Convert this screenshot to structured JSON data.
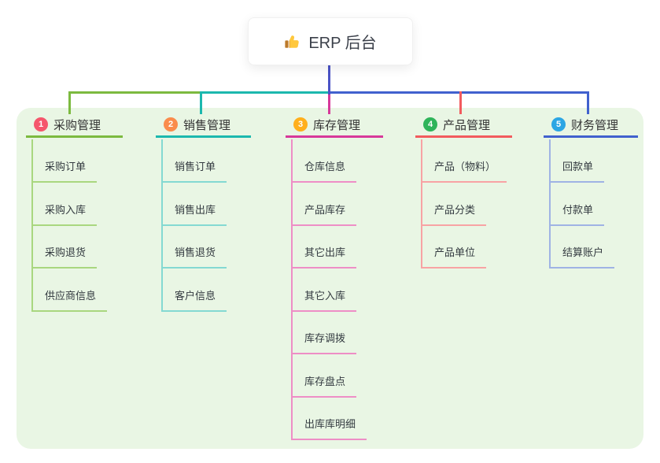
{
  "canvas": {
    "background": "#ffffff",
    "panel_color": "#E9F6E4"
  },
  "root": {
    "label": "ERP 后台",
    "icon": "thumbs-up-icon",
    "text_color": "#3A3F49",
    "line_color": "#4B53C6"
  },
  "branches": [
    {
      "number": "1",
      "label": "采购管理",
      "badge_color": "#F5566C",
      "line_color": "#7CBA3F",
      "child_line_color": "#A9D77F",
      "children": [
        "采购订单",
        "采购入库",
        "采购退货",
        "供应商信息"
      ]
    },
    {
      "number": "2",
      "label": "销售管理",
      "badge_color": "#FA8C4C",
      "line_color": "#1CB8AE",
      "child_line_color": "#84D9D2",
      "children": [
        "销售订单",
        "销售出库",
        "销售退货",
        "客户信息"
      ]
    },
    {
      "number": "3",
      "label": "库存管理",
      "badge_color": "#FFAF1C",
      "line_color": "#D7399A",
      "child_line_color": "#EE8EC6",
      "children": [
        "仓库信息",
        "产品库存",
        "其它出库",
        "其它入库",
        "库存调拨",
        "库存盘点",
        "出库库明细"
      ]
    },
    {
      "number": "4",
      "label": "产品管理",
      "badge_color": "#2FB45A",
      "line_color": "#F25B5E",
      "child_line_color": "#F8A3A4",
      "children": [
        "产品（物料）",
        "产品分类",
        "产品单位"
      ]
    },
    {
      "number": "5",
      "label": "财务管理",
      "badge_color": "#2CA6E4",
      "line_color": "#4161CE",
      "child_line_color": "#9FB3E4",
      "children": [
        "回款单",
        "付款单",
        "结算账户"
      ]
    }
  ]
}
